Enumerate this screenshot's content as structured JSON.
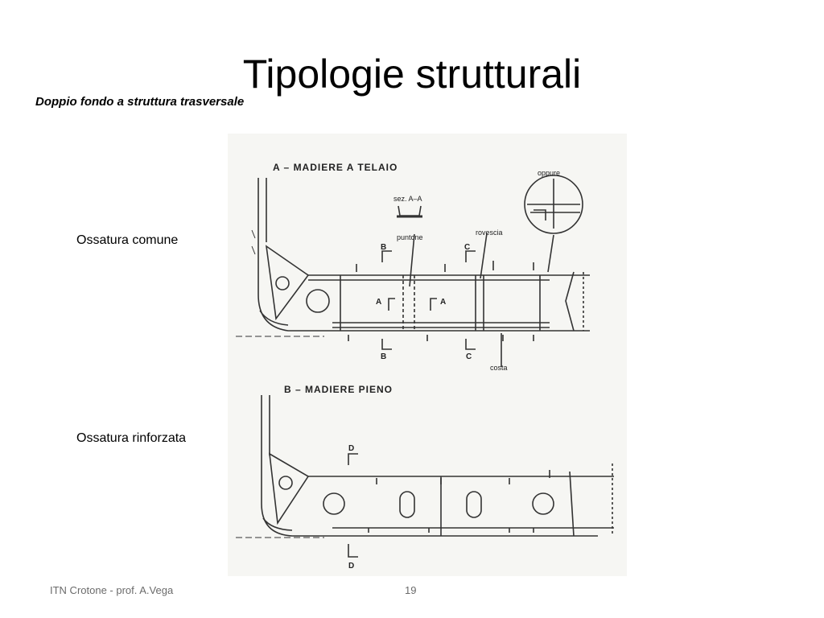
{
  "title": "Tipologie strutturali",
  "subtitle": "Doppio fondo a struttura trasversale",
  "labels": {
    "ossatura_comune": "Ossatura comune",
    "ossatura_rinforzata": "Ossatura rinforzata"
  },
  "drawing": {
    "section_a_title": "A – MADIERE A TELAIO",
    "section_b_title": "B – MADIERE PIENO",
    "sez_aa": "sez. A–A",
    "puntone": "puntone",
    "rovescia": "rovescia",
    "oppure": "oppure",
    "costa": "costa",
    "mark_a": "A",
    "mark_b": "B",
    "mark_c": "C",
    "mark_d": "D"
  },
  "footer": {
    "author": "ITN Crotone - prof. A.Vega",
    "page": "19"
  }
}
